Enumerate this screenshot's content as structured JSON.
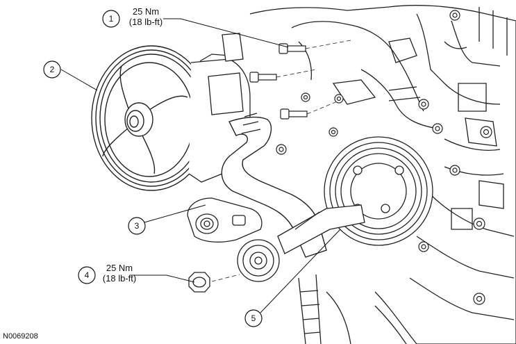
{
  "callouts": [
    {
      "num": "1",
      "torque_nm": "25 Nm",
      "torque_lbft": "(18 lb-ft)"
    },
    {
      "num": "2"
    },
    {
      "num": "3"
    },
    {
      "num": "4",
      "torque_nm": "25 Nm",
      "torque_lbft": "(18 lb-ft)"
    },
    {
      "num": "5"
    }
  ],
  "figure_code": "N0069208"
}
